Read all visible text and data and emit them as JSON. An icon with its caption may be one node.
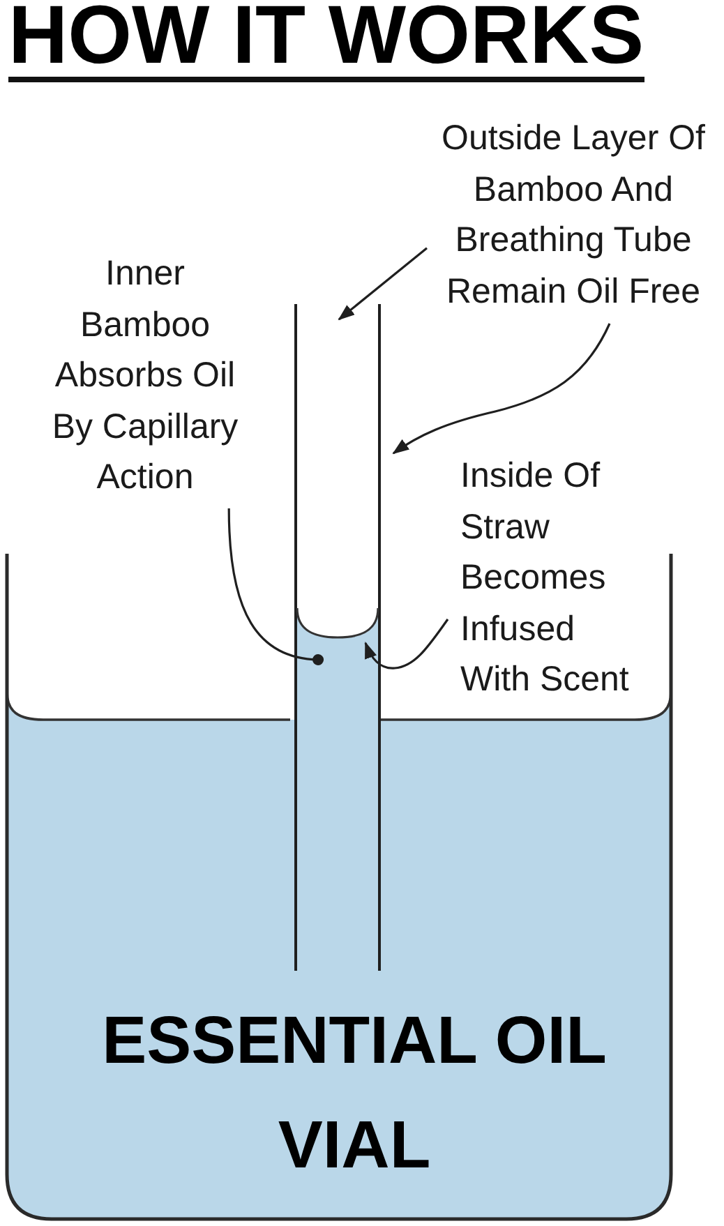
{
  "diagram": {
    "title": "HOW IT WORKS",
    "nodes": [
      {
        "text": [
          "Outside Layer Of Bamboo And Breathing Tube Remain Oil Free"
        ]
      },
      {
        "text": [
          "Inner Bamboo Absorbs Oil By Capillary Action"
        ]
      },
      {
        "text": [],
        "shape": "tube"
      },
      {
        "text": [],
        "shape": "bar",
        "in": 2
      },
      {
        "text": [
          "Inside Of Straw Becomes Infused With Scent"
        ]
      },
      {
        "text": [
          "ESSENTIAL OIL VIAL"
        ]
      }
    ],
    "edges": [
      {
        "from": 0,
        "to": 2,
        "arrow": "to"
      },
      {
        "from": 0,
        "to": 2,
        "arrow": "to"
      },
      {
        "from": 1,
        "to": 3,
        "arrow": "other"
      },
      {
        "from": 4,
        "to": 3,
        "arrow": "to"
      }
    ]
  }
}
